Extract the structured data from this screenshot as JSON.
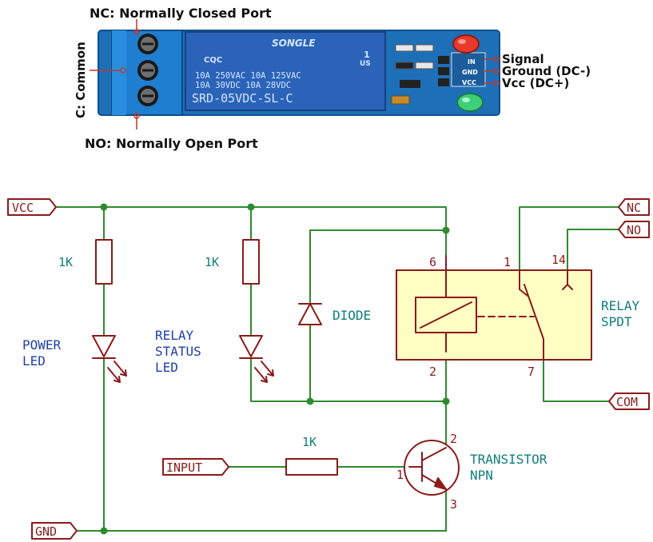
{
  "module": {
    "nc_label": "NC: Normally Closed Port",
    "no_label": "NO: Normally Open Port",
    "common_label": "C: Common",
    "pins": [
      "Signal",
      "Ground (DC-)",
      "Vcc (DC+)"
    ],
    "pin_silk": [
      "IN",
      "GND",
      "VCC"
    ],
    "relay_brand": "SONGLE",
    "relay_cert": "CQC",
    "relay_rating_1": "10A 250VAC  10A 125VAC",
    "relay_rating_2": "10A  30VDC  10A  28VDC",
    "relay_model": "SRD-05VDC-SL-C",
    "relay_us": "US",
    "relay_digit": "1",
    "colors": {
      "pcb": "#1d6fb8",
      "relay": "#2a63b8",
      "terminal": "#1f7ed0",
      "led_red": "#e53a2c",
      "led_green": "#3fcf7a"
    }
  },
  "schematic": {
    "ports": {
      "vcc": "VCC",
      "nc": "NC",
      "no": "NO",
      "com": "COM",
      "input": "INPUT",
      "gnd": "GND"
    },
    "r_power": "1K",
    "r_status": "1K",
    "r_base": "1K",
    "power_led": [
      "POWER",
      "LED"
    ],
    "status_led": [
      "RELAY",
      "STATUS",
      "LED"
    ],
    "diode": "DIODE",
    "relay": [
      "RELAY",
      "SPDT"
    ],
    "relay_pins": {
      "coil_top": "6",
      "coil_bottom": "2",
      "nc": "1",
      "no": "14",
      "com": "7"
    },
    "transistor": [
      "TRANSISTOR",
      "NPN"
    ],
    "transistor_pins": {
      "collector": "2",
      "base": "1",
      "emitter": "3"
    },
    "colors": {
      "wire": "#2e8b2e",
      "component": "#8b1a1a",
      "label_blue": "#1f3fa8",
      "label_teal": "#0f7d7d",
      "relay_fill": "#ffffc4"
    }
  }
}
